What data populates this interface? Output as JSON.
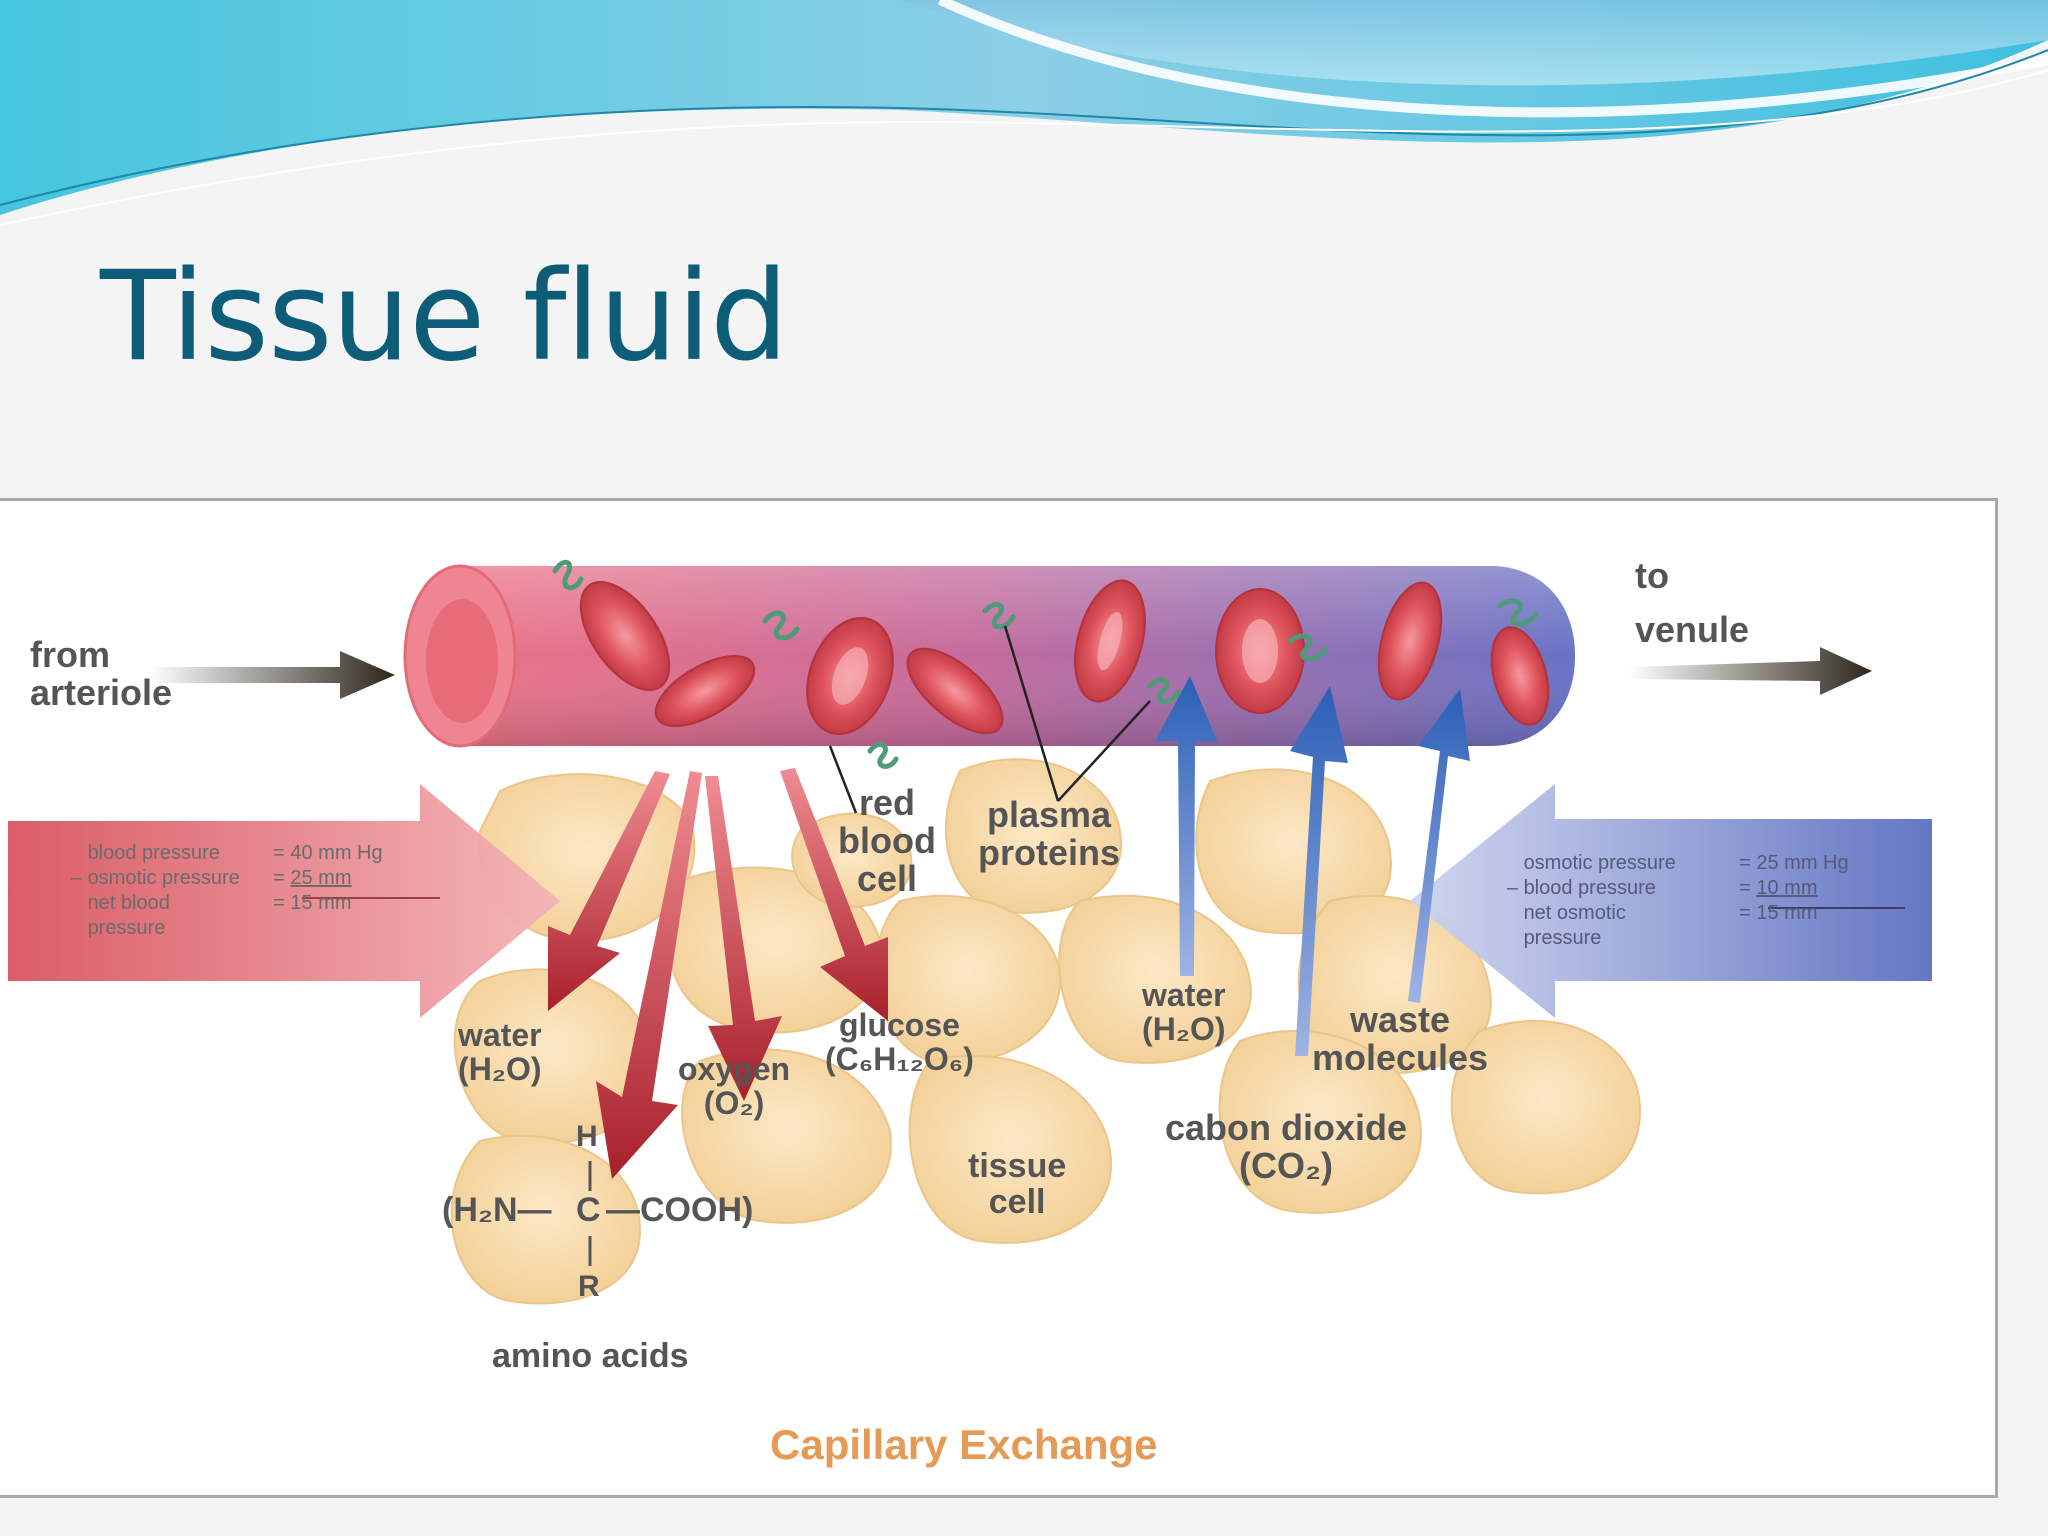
{
  "slide": {
    "title": "Tissue fluid"
  },
  "colors": {
    "title": "#0d5d78",
    "arterial": "#d9545f",
    "venous": "#5d6fc0",
    "cell": "#f8d8a8",
    "caption": "#e59a55"
  },
  "diagram": {
    "title": "Capillary Exchange",
    "from_label": [
      "from",
      "arteriole"
    ],
    "to_label": [
      "to",
      "venule"
    ],
    "arterial_side": {
      "rows": [
        {
          "prefix": "",
          "label": "blood pressure",
          "op": "=",
          "value": "40 mm Hg"
        },
        {
          "prefix": "–",
          "label": "osmotic pressure",
          "op": "=",
          "value": "25 mm"
        },
        {
          "prefix": "",
          "label": "net blood",
          "op": "=",
          "value": "15 mm"
        },
        {
          "prefix": "",
          "label": "pressure",
          "op": "",
          "value": ""
        }
      ]
    },
    "venous_side": {
      "rows": [
        {
          "prefix": "",
          "label": "osmotic pressure",
          "op": "=",
          "value": "25 mm Hg"
        },
        {
          "prefix": "–",
          "label": "blood pressure",
          "op": "=",
          "value": "10 mm"
        },
        {
          "prefix": "",
          "label": "net osmotic",
          "op": "=",
          "value": "15 mm"
        },
        {
          "prefix": "",
          "label": "pressure",
          "op": "",
          "value": ""
        }
      ]
    },
    "labels": {
      "red_blood_cell": [
        "red",
        "blood",
        "cell"
      ],
      "plasma_proteins": [
        "plasma",
        "proteins"
      ],
      "water_out": [
        "water",
        "(H₂O)"
      ],
      "oxygen": [
        "oxygen",
        "(O₂)"
      ],
      "glucose": [
        "glucose",
        "(C₆H₁₂O₆)"
      ],
      "amino_formula": {
        "h": "H",
        "left": "(H₂N—",
        "c": "C",
        "right": "—COOH)",
        "r": "R"
      },
      "amino_acids": "amino acids",
      "tissue_cell": [
        "tissue",
        "cell"
      ],
      "water_in": [
        "water",
        "(H₂O)"
      ],
      "waste": [
        "waste",
        "molecules"
      ],
      "co2": [
        "cabon dioxide",
        "(CO₂)"
      ]
    }
  }
}
